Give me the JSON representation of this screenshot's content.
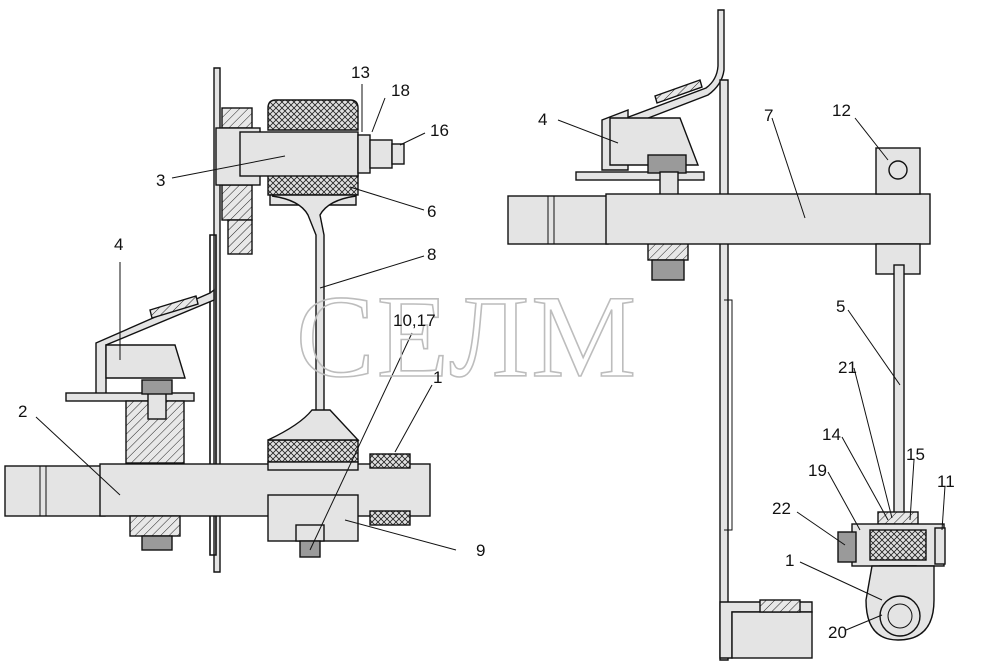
{
  "watermark": "СЕЛМ",
  "labels": {
    "left_13": "13",
    "left_18": "18",
    "left_16": "16",
    "left_3": "3",
    "left_6": "6",
    "left_4": "4",
    "left_8": "8",
    "left_10_17": "10,17",
    "left_1": "1",
    "left_2": "2",
    "left_9": "9",
    "right_4": "4",
    "right_7": "7",
    "right_12": "12",
    "right_5": "5",
    "right_21": "21",
    "right_14": "14",
    "right_15": "15",
    "right_19": "19",
    "right_11": "11",
    "right_22": "22",
    "right_1": "1",
    "right_20": "20"
  },
  "colors": {
    "line": "#111111",
    "fill": "#d6d6d6",
    "watermark": "#bdbdbd"
  }
}
